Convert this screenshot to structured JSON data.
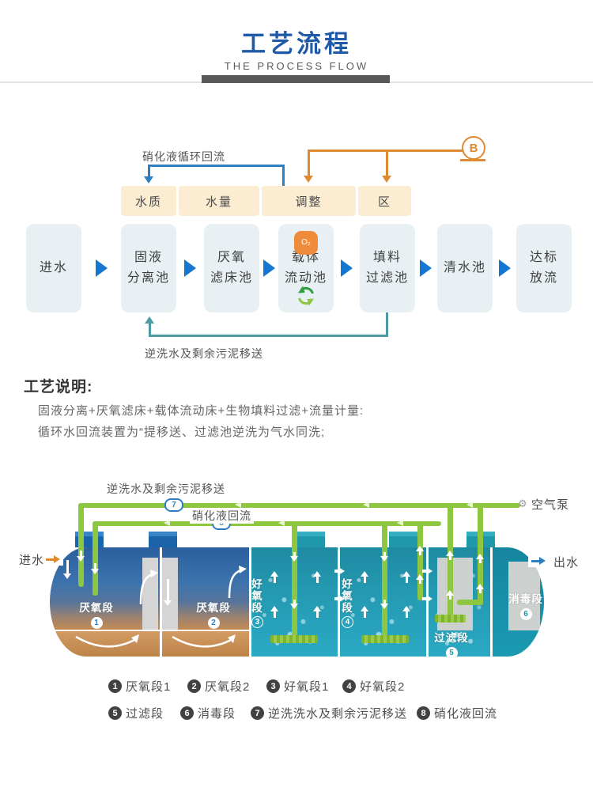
{
  "header": {
    "title": "工艺流程",
    "subtitle": "THE PROCESS FLOW",
    "title_color": "#1f5aa8"
  },
  "flow": {
    "recycle_label": "硝化液循环回流",
    "pump_label": "B",
    "tags": [
      {
        "label": "水质"
      },
      {
        "label": "水量"
      },
      {
        "label": "调整"
      },
      {
        "label": "区"
      }
    ],
    "boxes": [
      {
        "l1": "进水",
        "l2": ""
      },
      {
        "l1": "固液",
        "l2": "分离池"
      },
      {
        "l1": "厌氧",
        "l2": "滤床池"
      },
      {
        "l1": "载体",
        "l2": "流动池"
      },
      {
        "l1": "填料",
        "l2": "过滤池"
      },
      {
        "l1": "清水池",
        "l2": ""
      },
      {
        "l1": "达标",
        "l2": "放流"
      }
    ],
    "o2_label": "O₂",
    "backwash_label": "逆洗水及剩余污泥移送",
    "colors": {
      "arrow_blue": "#1577d2",
      "line_blue": "#2e7fc1",
      "line_orange": "#dd8a33",
      "line_teal": "#4f9ba3",
      "box_bg": "#e8f0f3",
      "tag_bg": "#fcecd1"
    }
  },
  "notes": {
    "heading": "工艺说明:",
    "line1": "固液分离+厌氧滤床+载体流动床+生物填料过滤+流量计量:",
    "line2": "循环水回流装置为“提移送、过滤池逆洗为气水同洗;"
  },
  "tank": {
    "backwash_label": "逆洗水及剩余污泥移送",
    "nitrate_label": "硝化液回流",
    "air_pump_label": "空气泵",
    "inlet_label": "进水",
    "outlet_label": "出水",
    "pipe7_num": "7",
    "pipe8_num": "8",
    "sections": [
      {
        "label": "厌氧段",
        "num": "1"
      },
      {
        "label": "厌氧段",
        "num": "2"
      },
      {
        "label": "好氧段",
        "num": "3"
      },
      {
        "label": "好氧段",
        "num": "4"
      },
      {
        "label": "过滤段",
        "num": "5"
      },
      {
        "label": "消毒段",
        "num": "6"
      }
    ],
    "colors": {
      "pipe_green": "#8dc63f",
      "anaerobic_blue": "#3c73ad",
      "aerobic_teal": "#2499b1",
      "sediment_brown": "#c68e58"
    }
  },
  "legend": {
    "rows": [
      [
        {
          "num": "1",
          "label": "厌氧段1"
        },
        {
          "num": "2",
          "label": "厌氧段2"
        },
        {
          "num": "3",
          "label": "好氧段1"
        },
        {
          "num": "4",
          "label": "好氧段2"
        }
      ],
      [
        {
          "num": "5",
          "label": "过滤段"
        },
        {
          "num": "6",
          "label": "消毒段"
        },
        {
          "num": "7",
          "label": "逆洗洗水及剩余污泥移送"
        },
        {
          "num": "8",
          "label": "硝化液回流"
        }
      ]
    ]
  },
  "icons": {
    "gear": "⚙"
  }
}
